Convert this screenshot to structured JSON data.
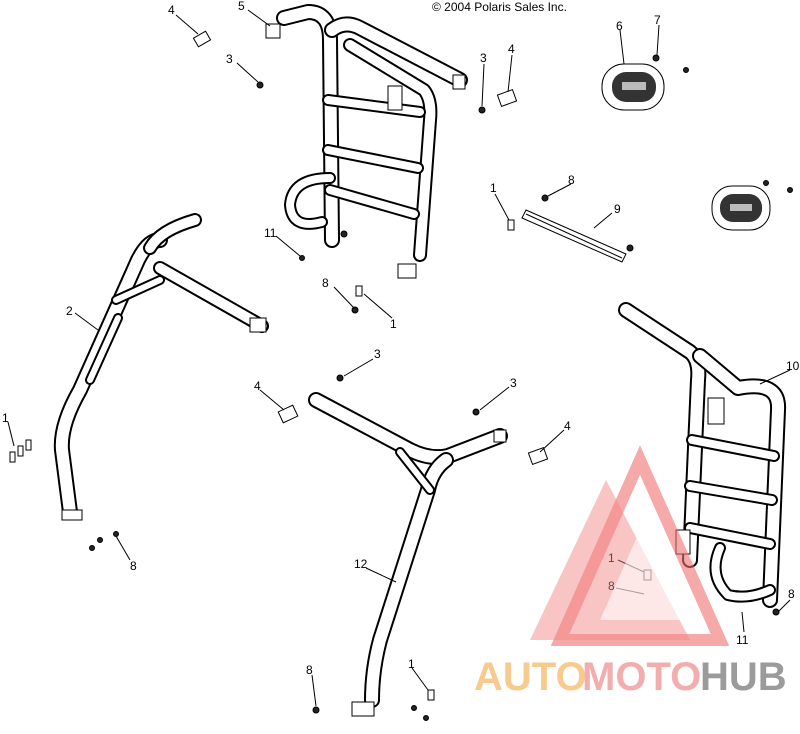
{
  "copyright": "© 2004 Polaris Sales Inc.",
  "callouts": {
    "c1": "4",
    "c2": "5",
    "c3": "3",
    "c4": "6",
    "c5": "7",
    "c6": "3",
    "c7": "4",
    "c8": "1",
    "c9": "8",
    "c10": "9",
    "c11": "11",
    "c12": "8",
    "c13": "1",
    "c14": "2",
    "c15": "3",
    "c16": "4",
    "c17": "3",
    "c18": "1",
    "c19": "4",
    "c20": "10",
    "c21": "8",
    "c22": "12",
    "c23": "1",
    "c24": "8",
    "c25": "8",
    "c26": "11",
    "c27": "8",
    "c28": "1"
  },
  "watermark": {
    "auto": "AUTO",
    "moto": "MOTO",
    "hub": "HUB"
  }
}
